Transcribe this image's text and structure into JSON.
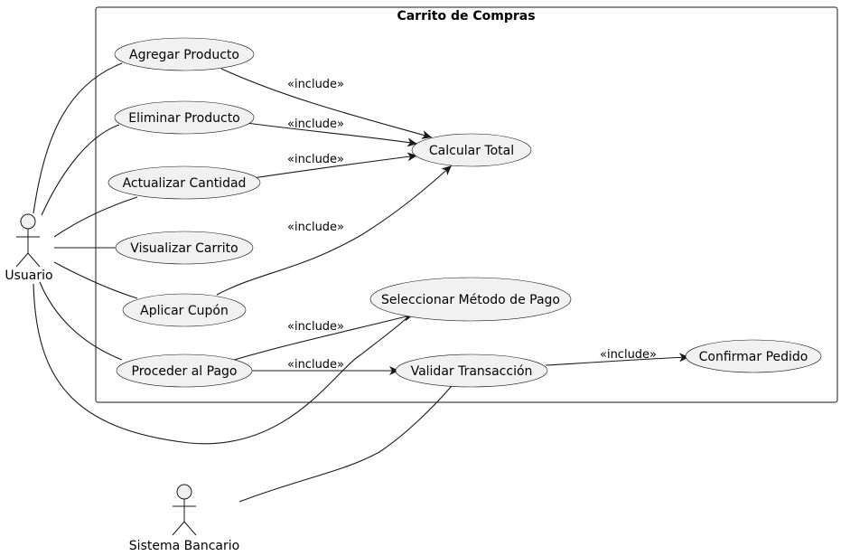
{
  "system": {
    "title": "Carrito de Compras"
  },
  "actors": {
    "usuario": "Usuario",
    "banco": "Sistema Bancario"
  },
  "use_cases": {
    "agregar": "Agregar Producto",
    "eliminar": "Eliminar Producto",
    "actualizar": "Actualizar Cantidad",
    "visualizar": "Visualizar Carrito",
    "cupon": "Aplicar Cupón",
    "proceder": "Proceder al Pago",
    "calcular": "Calcular Total",
    "seleccionar": "Seleccionar Método de Pago",
    "validar": "Validar Transacción",
    "confirmar": "Confirmar Pedido"
  },
  "relations": {
    "include_label": "«include»"
  }
}
